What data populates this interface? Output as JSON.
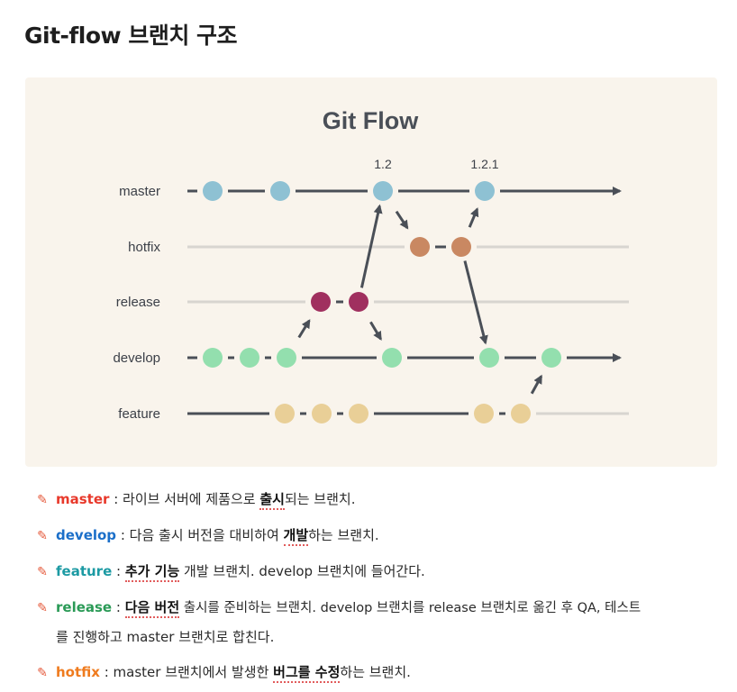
{
  "page": {
    "heading": "Git-flow 브랜치 구조"
  },
  "diagram": {
    "title": "Git Flow",
    "lanes": [
      {
        "id": "master",
        "label": "master"
      },
      {
        "id": "hotfix",
        "label": "hotfix"
      },
      {
        "id": "release",
        "label": "release"
      },
      {
        "id": "develop",
        "label": "develop"
      },
      {
        "id": "feature",
        "label": "feature"
      }
    ],
    "tags": [
      {
        "label": "1.2",
        "commit": "m3"
      },
      {
        "label": "1.2.1",
        "commit": "m4"
      }
    ],
    "colors": {
      "master": "#8ec1d3",
      "hotfix": "#c98862",
      "release": "#a0305f",
      "develop": "#93dfae",
      "feature": "#e9cf97",
      "line": "#4a4f57",
      "faint": "#d8d5d0",
      "panel": "#f9f4ec"
    }
  },
  "notes": [
    {
      "term": "master",
      "color": "#e8392b",
      "text1": "라이브 서버에 제품으로 ",
      "em1": "출시",
      "text2": "되는 브랜치."
    },
    {
      "term": "develop",
      "color": "#1b6fc9",
      "text1": "다음 출시 버전을 대비하여 ",
      "em1": "개발",
      "text2": "하는 브랜치."
    },
    {
      "term": "feature",
      "color": "#1c9aa3",
      "text1": "",
      "em1": "추가 기능",
      "text2": " 개발 브랜치. develop 브랜치에 들어간다."
    },
    {
      "term": "release",
      "color": "#2a9a56",
      "text1": "",
      "em1": "다음 버전",
      "text2": " 출시를 준비하는 브랜치. develop 브랜치를 release 브랜치로 옮긴 후 QA, 테스트",
      "text3": "를 진행하고 master 브랜치로 합친다."
    },
    {
      "term": "hotfix",
      "color": "#ef7b1e",
      "text1": "master 브랜치에서 발생한 ",
      "em1": "버그를 수정",
      "text2": "하는 브랜치."
    }
  ]
}
